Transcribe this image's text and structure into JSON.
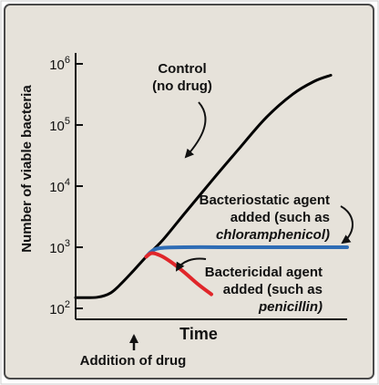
{
  "chart_data": {
    "type": "line",
    "xlabel": "Time",
    "ylabel": "Number of viable bacteria",
    "y_scale": "log",
    "ylim": [
      100,
      1000000
    ],
    "xlim": [
      0,
      10
    ],
    "y_ticks": [
      {
        "value": 100,
        "base": "10",
        "exp": "2"
      },
      {
        "value": 1000,
        "base": "10",
        "exp": "3"
      },
      {
        "value": 10000,
        "base": "10",
        "exp": "4"
      },
      {
        "value": 100000,
        "base": "10",
        "exp": "5"
      },
      {
        "value": 1000000,
        "base": "10",
        "exp": "6"
      }
    ],
    "grid": false,
    "series": [
      {
        "name": "Control (no drug)",
        "color": "#000000",
        "x": [
          0,
          0.8,
          1.3,
          1.7,
          2.1,
          2.6,
          3.2,
          4.0,
          5.0,
          6.0,
          7.0,
          8.0,
          8.8,
          9.4
        ],
        "y": [
          150,
          152,
          180,
          260,
          400,
          700,
          1300,
          3500,
          12000,
          40000,
          130000,
          320000,
          520000,
          650000
        ]
      },
      {
        "name": "Bacteriostatic agent added (such as chloramphenicol)",
        "color": "#2f6db5",
        "x": [
          2.6,
          3.0,
          4.0,
          6.0,
          8.0,
          10.0
        ],
        "y": [
          700,
          950,
          1000,
          1000,
          1000,
          1000
        ]
      },
      {
        "name": "Bactericidal agent added (such as penicillin)",
        "color": "#e0262a",
        "x": [
          2.6,
          2.8,
          3.1,
          3.5,
          4.0,
          4.5,
          5.0
        ],
        "y": [
          700,
          800,
          740,
          580,
          390,
          250,
          170
        ]
      }
    ],
    "drug_addition_x": 2.6
  },
  "annotations": {
    "control_line1": "Control",
    "control_line2": "(no drug)",
    "static_line1": "Bacteriostatic agent",
    "static_line2": "added (such as",
    "static_line3": "chloramphenicol)",
    "cidal_line1": "Bactericidal agent",
    "cidal_line2": "added (such as",
    "cidal_line3": "penicillin)",
    "drug_arrow_label": "Addition of drug"
  },
  "colors": {
    "panel_bg": "#e6e2da",
    "border": "#4a4a4a",
    "static_line": "#2f6db5",
    "cidal_line": "#e0262a"
  }
}
